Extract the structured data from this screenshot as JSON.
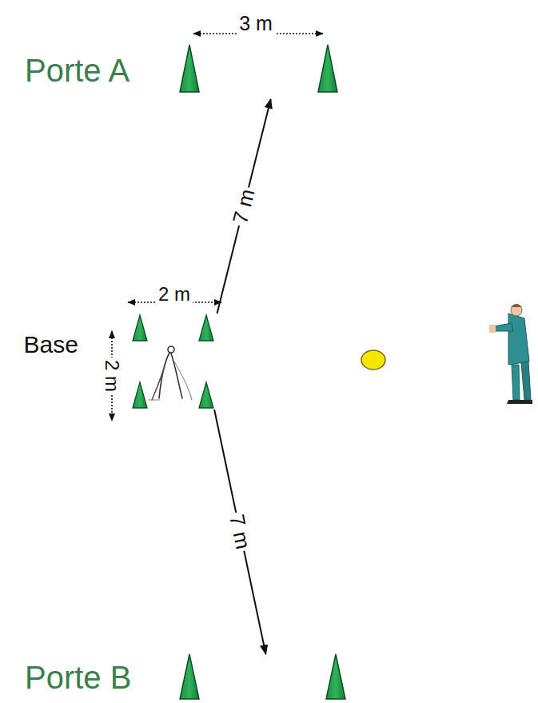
{
  "diagram": {
    "nodes": [
      {
        "text": [
          "Porte A"
        ]
      },
      {
        "text": [
          "Base"
        ]
      },
      {
        "text": [
          "Porte B"
        ]
      }
    ],
    "edges": [
      {
        "from": 1,
        "to": 0,
        "arrow": "to",
        "label": "7 m"
      },
      {
        "from": 1,
        "to": 2,
        "arrow": "to",
        "label": "7 m"
      }
    ],
    "labels": [
      "3 m",
      "2 m",
      "2 m"
    ]
  }
}
